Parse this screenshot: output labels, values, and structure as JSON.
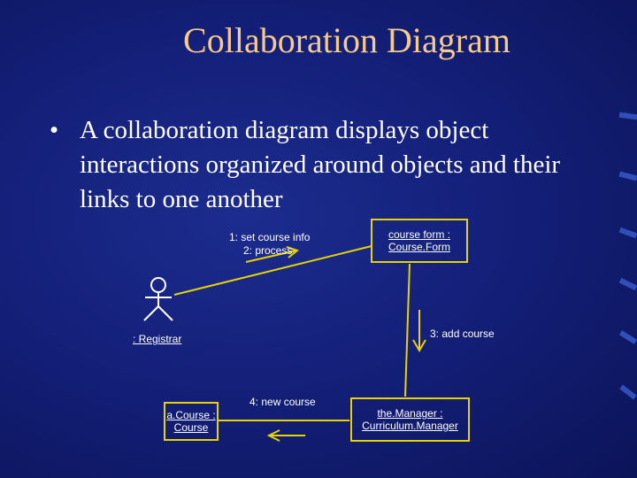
{
  "slide": {
    "title": "Collaboration Diagram",
    "bullet": "A collaboration diagram displays object interactions organized around objects and their links to one another"
  },
  "diagram": {
    "actor": {
      "name": ": Registrar"
    },
    "objects": {
      "course_form": {
        "line1": "course form :",
        "line2": "Course.Form"
      },
      "manager": {
        "line1": "the.Manager :",
        "line2": "Curriculum.Manager"
      },
      "course": {
        "line1": "a.Course :",
        "line2": "Course"
      }
    },
    "messages": {
      "m1": "1: set course info",
      "m2": "2: process",
      "m3": "3: add course",
      "m4": "4: new course"
    }
  },
  "colors": {
    "title": "#f6c98c",
    "accent": "#e6d300",
    "text": "#ffffff",
    "background": "#14207a"
  }
}
